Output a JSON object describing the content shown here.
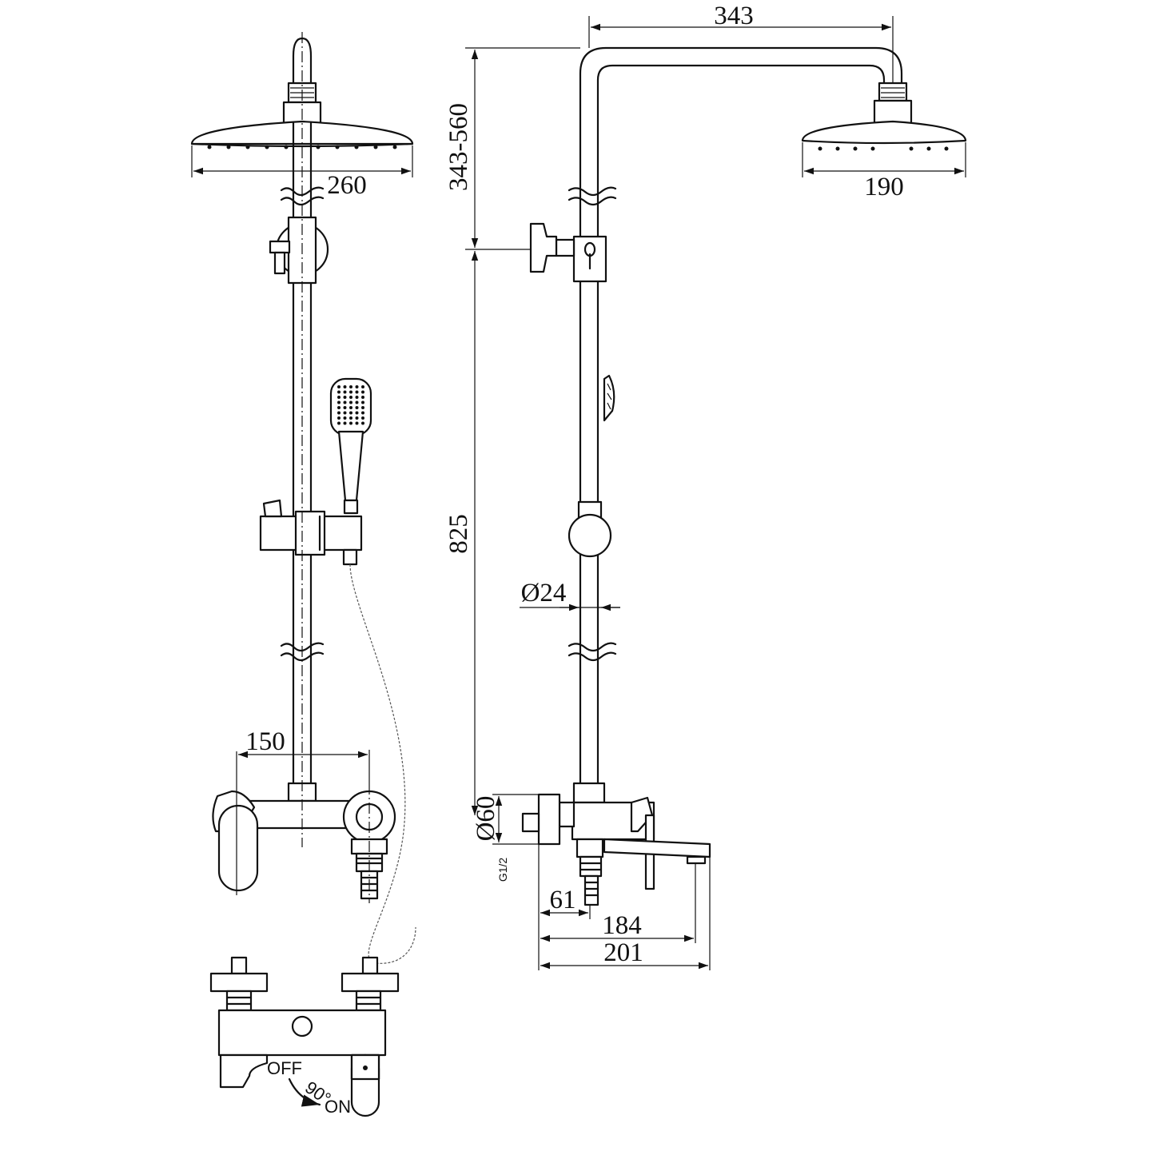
{
  "dimensions": {
    "overhead_head_width": "260",
    "rail_reach": "343",
    "height_adjust": "343-560",
    "side_head_width": "190",
    "rail_height": "825",
    "pipe_diameter": "Ø24",
    "mixer_center_distance": "150",
    "flange_diameter": "Ø60",
    "thread_size": "G1/2",
    "inlet_offset": "61",
    "spout_projection": "184",
    "total_depth": "201"
  },
  "valve": {
    "off_label": "OFF",
    "rotation_label": "90°",
    "on_label": "ON"
  }
}
